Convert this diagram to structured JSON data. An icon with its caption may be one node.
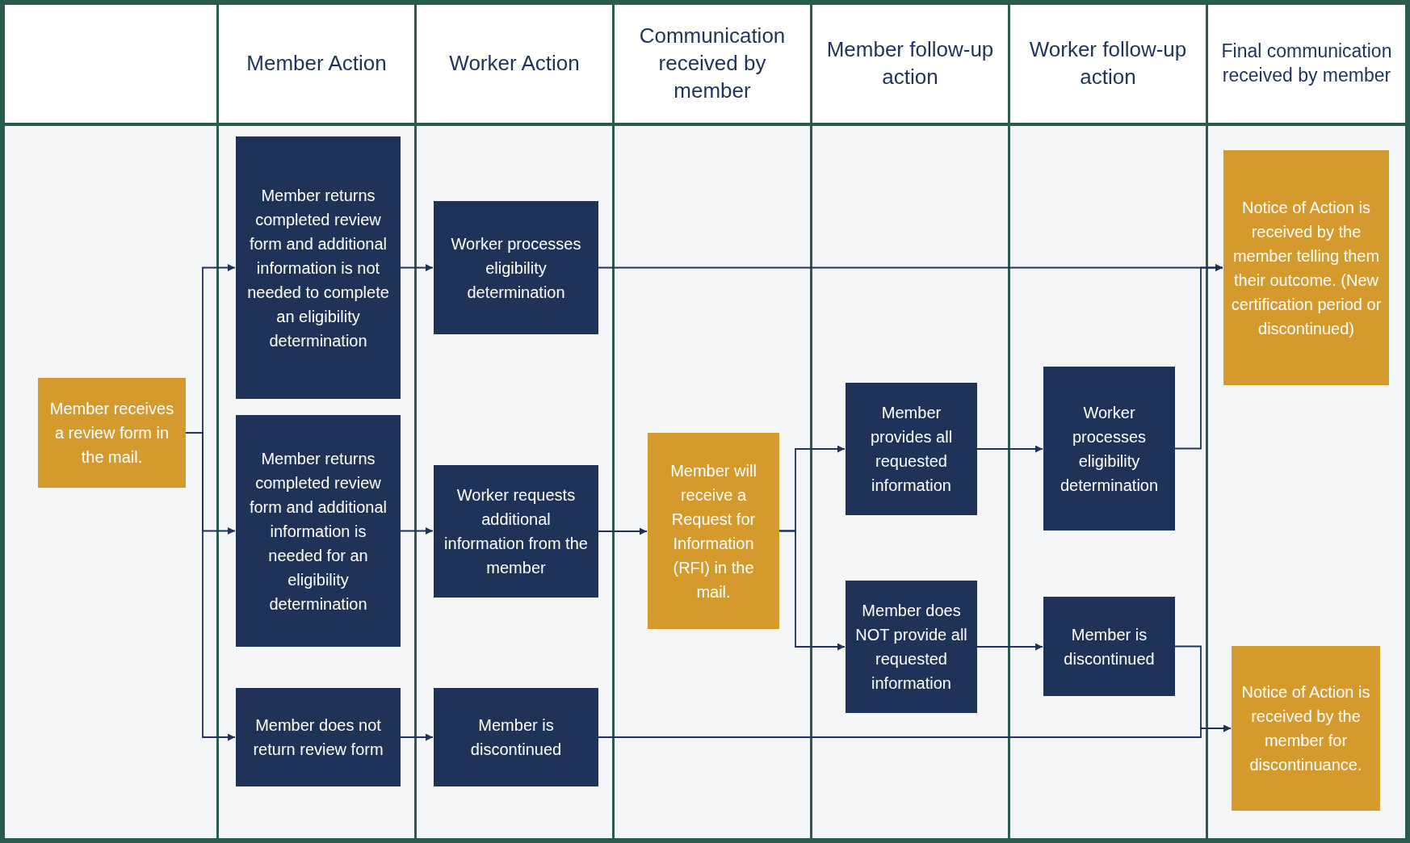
{
  "diagram": {
    "nodes": [
      {
        "text": [
          "Member receives a review form in the mail."
        ]
      },
      {
        "text": [
          "Member returns completed review form and additional information is not needed to complete an eligibility determination"
        ]
      },
      {
        "text": [
          "Member returns completed review form and additional information is needed for an eligibility determination"
        ]
      },
      {
        "text": [
          "Member does not return review form"
        ]
      },
      {
        "text": [
          "Worker processes eligibility determination"
        ]
      },
      {
        "text": [
          "Worker requests additional information from the member"
        ]
      },
      {
        "text": [
          "Member is discontinued"
        ]
      },
      {
        "text": [
          "Member will receive a Request for Information (RFI) in the mail."
        ]
      },
      {
        "text": [
          "Member provides all requested information"
        ]
      },
      {
        "text": [
          "Member does NOT provide all requested information"
        ]
      },
      {
        "text": [
          "Worker processes eligibility determination"
        ]
      },
      {
        "text": [
          "Member is discontinued"
        ]
      },
      {
        "text": [
          "Notice of Action is received by the member telling them their outcome. (New certification period or discontinued)"
        ]
      },
      {
        "text": [
          "Notice of Action is received by the member for discontinuance."
        ]
      }
    ],
    "edges": [
      {
        "from": 0,
        "to": 1,
        "arrow": "to"
      },
      {
        "from": 0,
        "to": 2,
        "arrow": "to"
      },
      {
        "from": 0,
        "to": 3,
        "arrow": "to"
      },
      {
        "from": 1,
        "to": 4,
        "arrow": "to"
      },
      {
        "from": 2,
        "to": 5,
        "arrow": "to"
      },
      {
        "from": 3,
        "to": 6,
        "arrow": "to"
      },
      {
        "from": 4,
        "to": 12,
        "arrow": "to"
      },
      {
        "from": 5,
        "to": 7,
        "arrow": "to"
      },
      {
        "from": 7,
        "to": 8,
        "arrow": "to"
      },
      {
        "from": 7,
        "to": 9,
        "arrow": "to"
      },
      {
        "from": 8,
        "to": 10,
        "arrow": "to"
      },
      {
        "from": 9,
        "to": 11,
        "arrow": "to"
      },
      {
        "from": 10,
        "to": 12,
        "arrow": "to"
      },
      {
        "from": 11,
        "to": 13,
        "arrow": "to"
      },
      {
        "from": 6,
        "to": 13,
        "arrow": "to"
      }
    ],
    "labels": [
      "Member Action",
      "Worker Action",
      "Communication received by member",
      "Member follow-up action",
      "Worker follow-up action",
      "Final communication received by member"
    ]
  }
}
